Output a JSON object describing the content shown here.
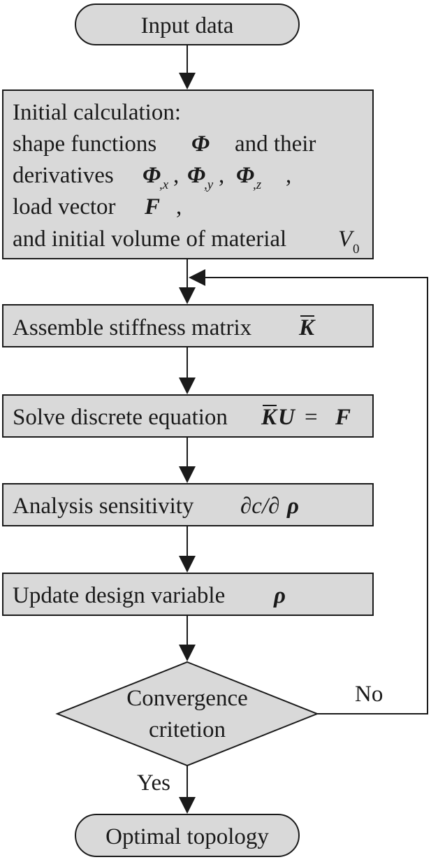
{
  "nodes": {
    "start": {
      "label": "Input data"
    },
    "init": {
      "line1": "Initial calculation:",
      "line2_text": "shape functions",
      "line2_sym": "Φ",
      "line2_tail": "and their",
      "line3_text": "derivatives",
      "line3_sym": "Φ",
      "line3_sub_x": ",x",
      "line3_sub_y": ",y",
      "line3_sub_z": ",z",
      "line3_sep": ",",
      "line3_tail": ",",
      "line4_text": "load vector",
      "line4_sym": "F",
      "line4_tail": ",",
      "line5_text": "and initial volume of material",
      "line5_sym": "V",
      "line5_sub": "0"
    },
    "assemble": {
      "text": "Assemble stiffness matrix",
      "sym": "K"
    },
    "solve": {
      "text": "Solve discrete equation",
      "sym_k": "K",
      "sym_u": "U",
      "eq": "=",
      "sym_f": "F"
    },
    "sensitivity": {
      "text": "Analysis sensitivity",
      "sym": "∂c/∂",
      "sym_rho": "ρ"
    },
    "update": {
      "text": "Update design variable",
      "sym": "ρ"
    },
    "decision": {
      "line1": "Convergence",
      "line2": "critetion"
    },
    "end": {
      "label": "Optimal topology"
    }
  },
  "edges": {
    "no_label": "No",
    "yes_label": "Yes"
  },
  "colors": {
    "fill": "#d9d9d9",
    "stroke": "#1a1a1a",
    "background": "#ffffff"
  }
}
